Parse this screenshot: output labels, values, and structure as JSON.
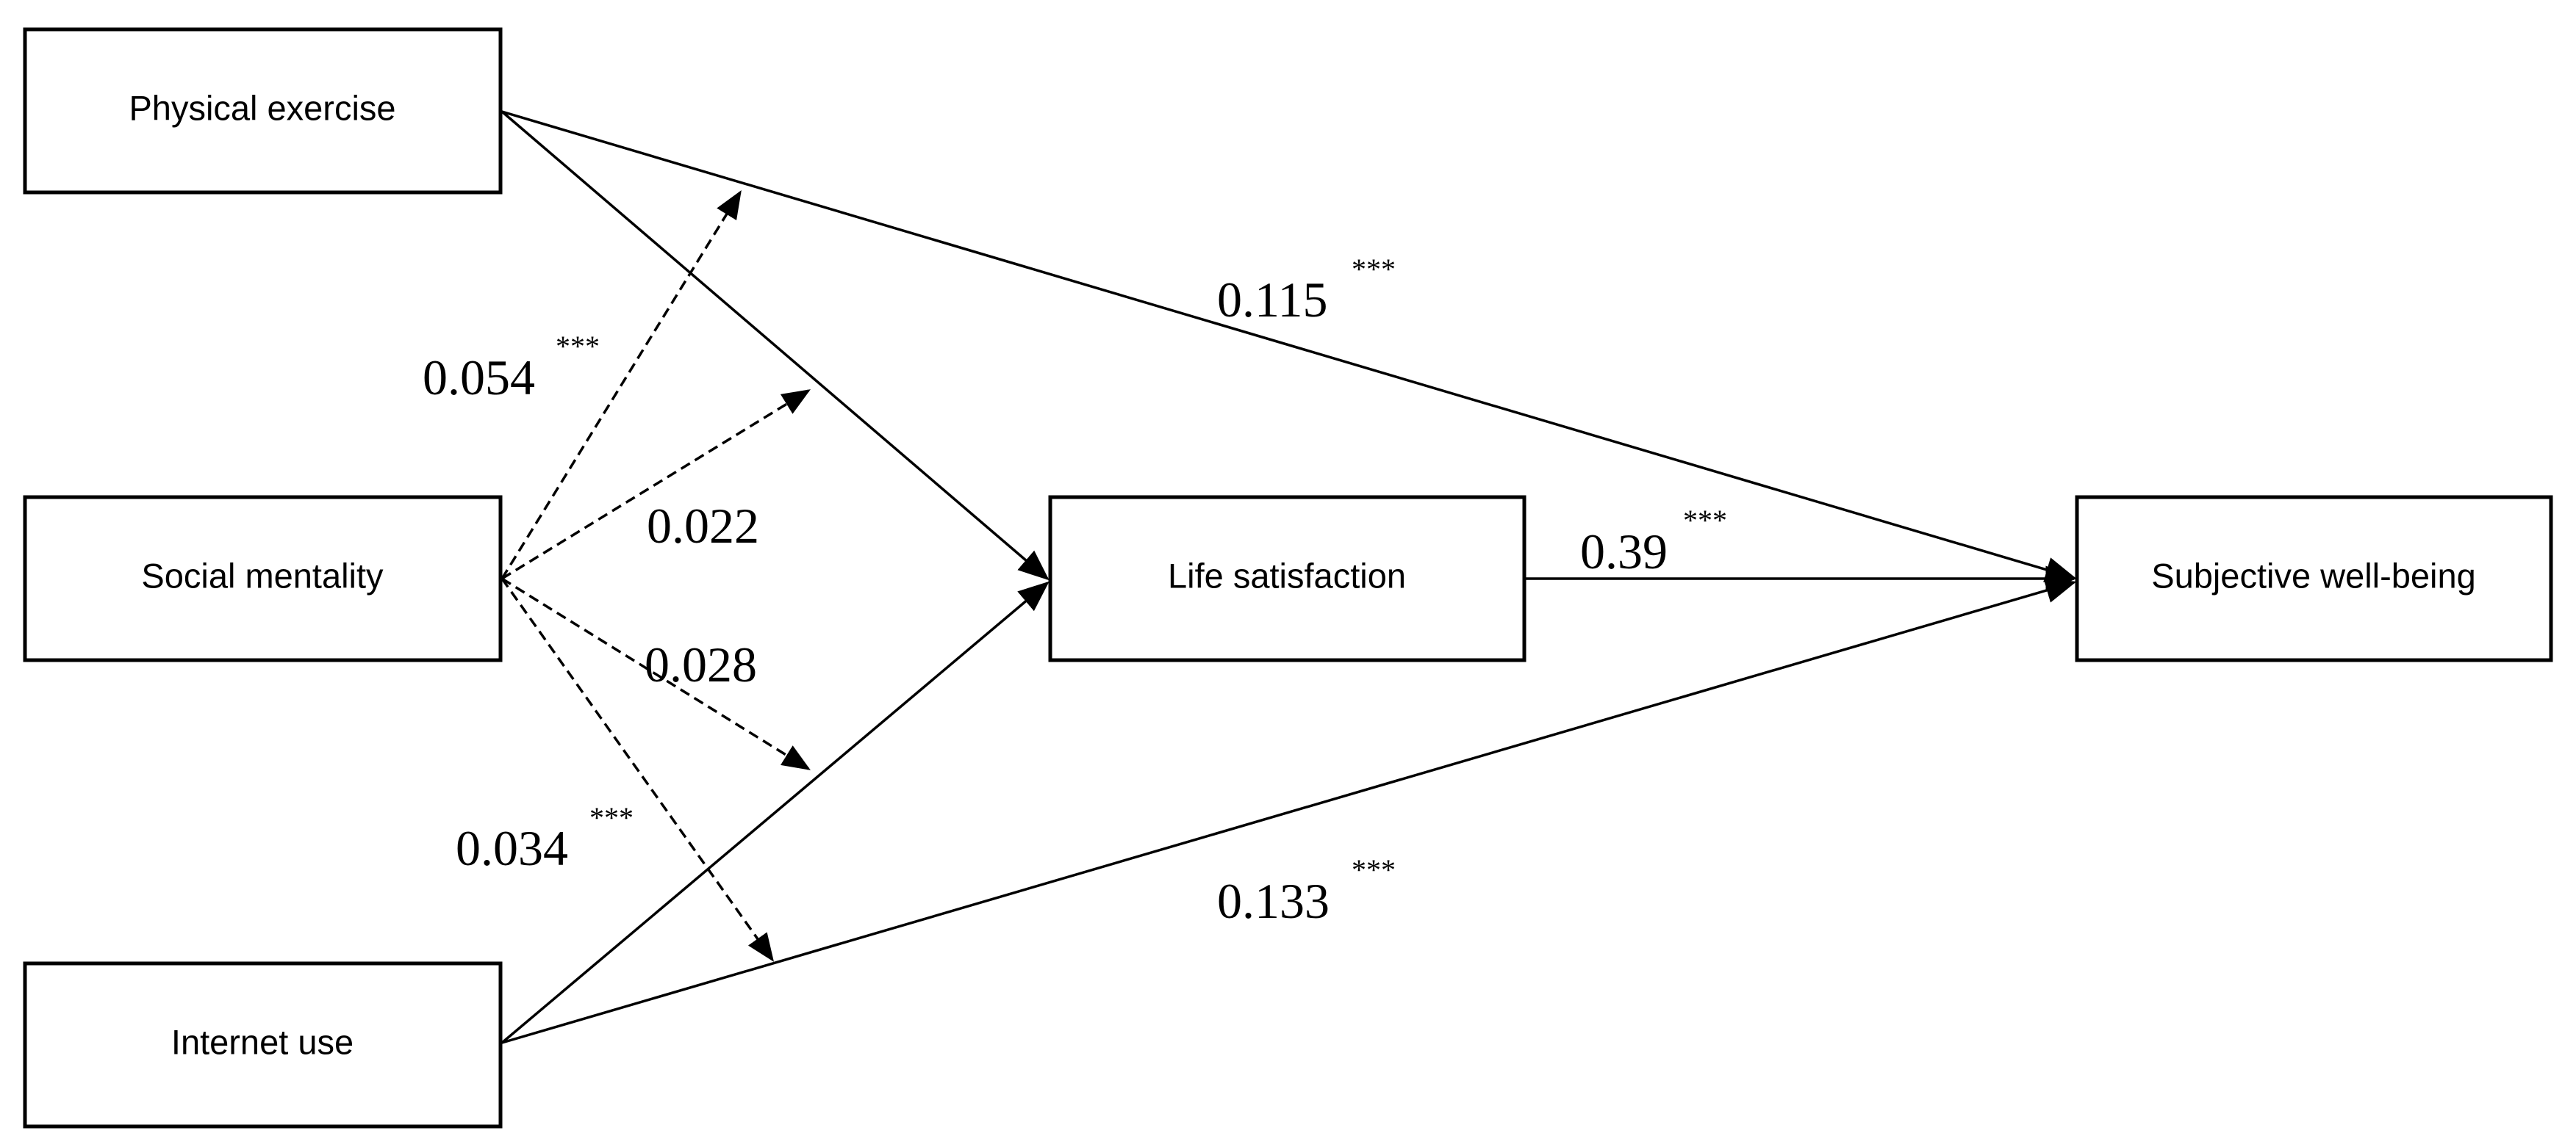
{
  "nodes": {
    "physical_exercise": "Physical exercise",
    "social_mentality": "Social mentality",
    "internet_use": "Internet use",
    "life_satisfaction": "Life satisfaction",
    "subjective_well_being": "Subjective well-being"
  },
  "coefficients": {
    "pe_to_swb": {
      "value": "0.115",
      "sig": "***"
    },
    "ls_to_swb": {
      "value": "0.39",
      "sig": "***"
    },
    "iu_to_swb": {
      "value": "0.133",
      "sig": "***"
    },
    "pe_to_ls": {
      "value": "0.054",
      "sig": "***"
    },
    "iu_to_ls": {
      "value": "0.034",
      "sig": "***"
    },
    "sm_mod_2": {
      "value": "0.022",
      "sig": ""
    },
    "sm_mod_3": {
      "value": "0.028",
      "sig": ""
    }
  },
  "colors": {
    "stroke": "#000000",
    "background": "#ffffff"
  }
}
